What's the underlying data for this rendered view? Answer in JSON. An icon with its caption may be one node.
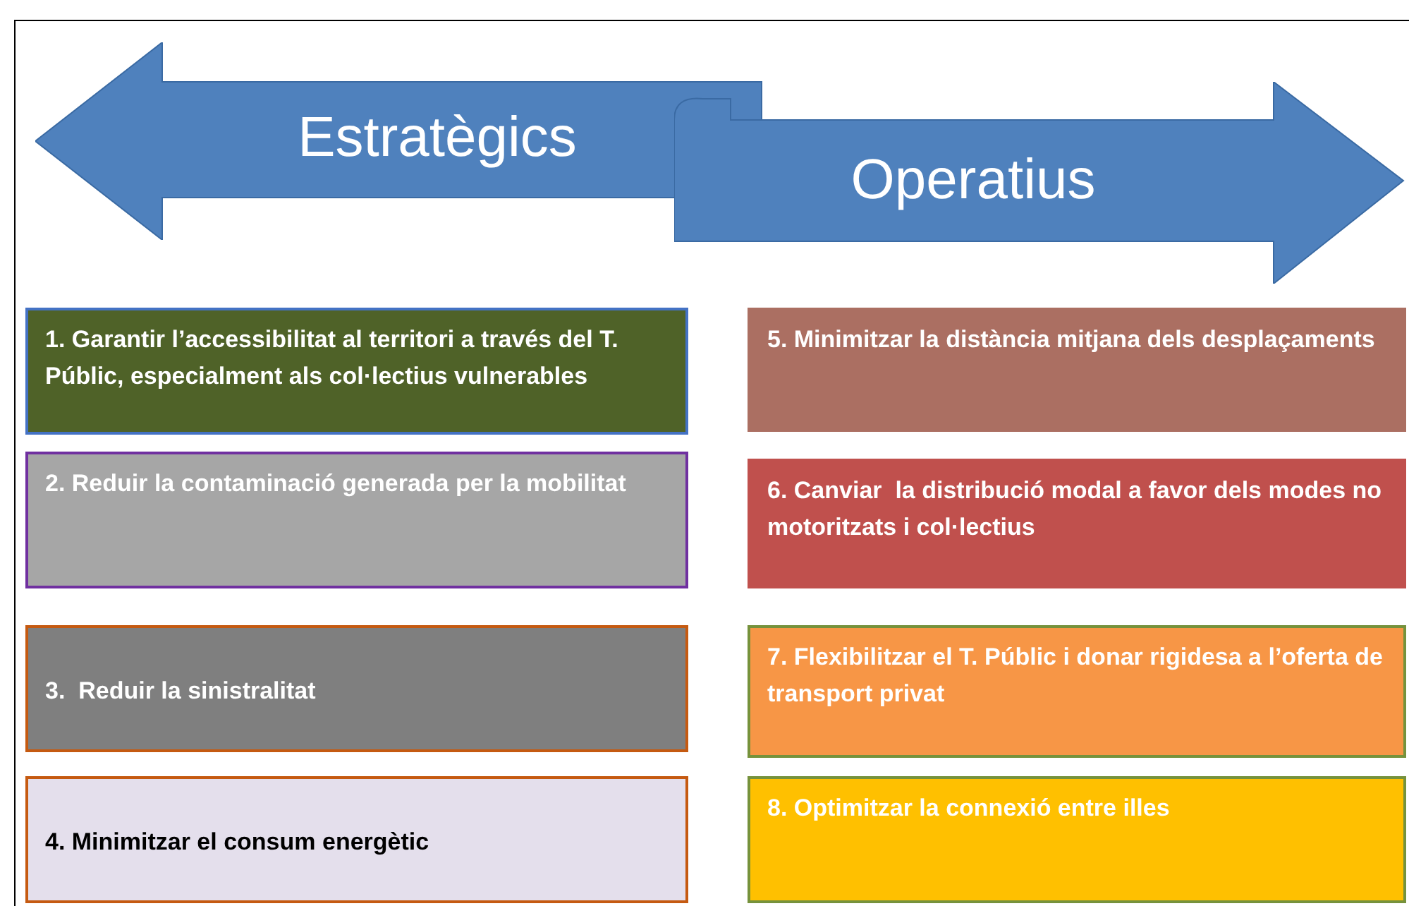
{
  "diagram": {
    "nodes": [
      {
        "text": [
          "Estratègics"
        ]
      },
      {
        "text": [
          "Operatius"
        ]
      },
      {
        "text": [
          "1. Garantir l’accessibilitat al territori a través del T. Públic, especialment als col·lectius vulnerables"
        ]
      },
      {
        "text": [
          "5. Minimitzar la distància mitjana dels desplaçaments"
        ]
      },
      {
        "text": [
          "2. Reduir la contaminació generada per la mobilitat"
        ]
      },
      {
        "text": [
          "6. Canviar  la distribució modal a favor dels modes no motoritzats i col·lectius"
        ]
      },
      {
        "text": [
          "3.  Reduir la sinistralitat"
        ]
      },
      {
        "text": [
          "7. Flexibilitzar el T. Públic i donar rigidesa a l’oferta de transport privat"
        ]
      },
      {
        "text": [
          "4. Minimitzar el consum energètic"
        ]
      },
      {
        "text": [
          "8. Optimitzar la connexió entre illes"
        ]
      }
    ],
    "edges": []
  }
}
